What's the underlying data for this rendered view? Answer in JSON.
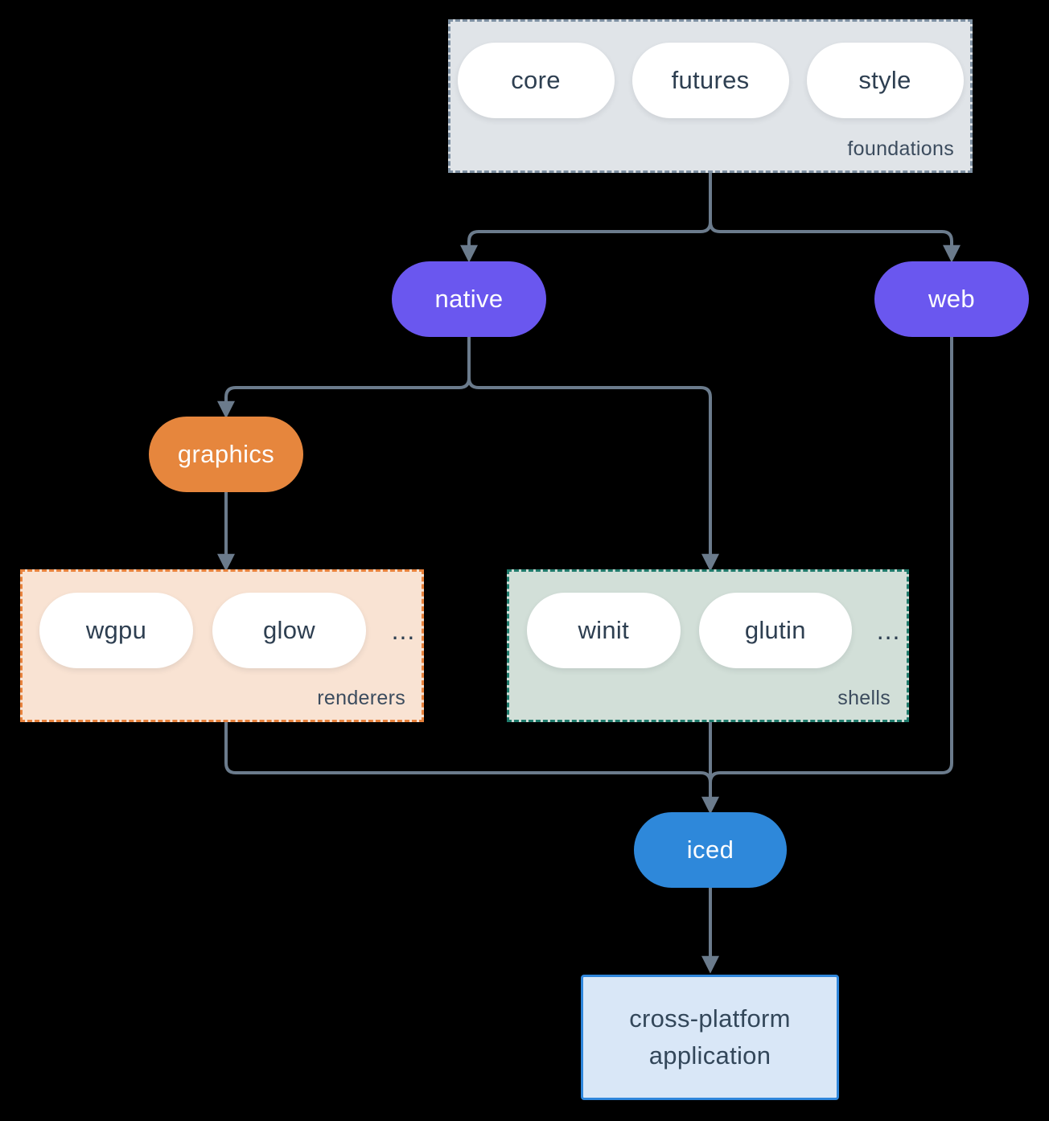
{
  "groups": {
    "foundations": {
      "label": "foundations",
      "items": [
        "core",
        "futures",
        "style"
      ]
    },
    "renderers": {
      "label": "renderers",
      "items": [
        "wgpu",
        "glow"
      ],
      "ellipsis": "..."
    },
    "shells": {
      "label": "shells",
      "items": [
        "winit",
        "glutin"
      ],
      "ellipsis": "..."
    }
  },
  "nodes": {
    "native": {
      "label": "native"
    },
    "web": {
      "label": "web"
    },
    "graphics": {
      "label": "graphics"
    },
    "iced": {
      "label": "iced"
    },
    "application": {
      "label": "cross-platform application"
    }
  },
  "edges": [
    {
      "from": "foundations",
      "to": "native"
    },
    {
      "from": "foundations",
      "to": "web"
    },
    {
      "from": "native",
      "to": "graphics"
    },
    {
      "from": "native",
      "to": "shells"
    },
    {
      "from": "graphics",
      "to": "renderers"
    },
    {
      "from": "renderers",
      "to": "iced"
    },
    {
      "from": "shells",
      "to": "iced"
    },
    {
      "from": "web",
      "to": "iced"
    },
    {
      "from": "iced",
      "to": "application"
    }
  ],
  "colors": {
    "background": "#000000",
    "connector": "#6b7b8c",
    "node_purple": "#6a57ef",
    "node_orange": "#e6863d",
    "node_blue": "#2e88da",
    "pill_white": "#ffffff",
    "text_dark": "#2e3f51",
    "foundations_fill": "#e0e4e8",
    "foundations_border": "#7e90a2",
    "renderers_fill": "#f9e3d3",
    "renderers_border": "#e8823c",
    "shells_fill": "#d2dfd8",
    "shells_border": "#1f7b6c",
    "application_fill": "#d9e7f7",
    "application_border": "#2f86db"
  }
}
